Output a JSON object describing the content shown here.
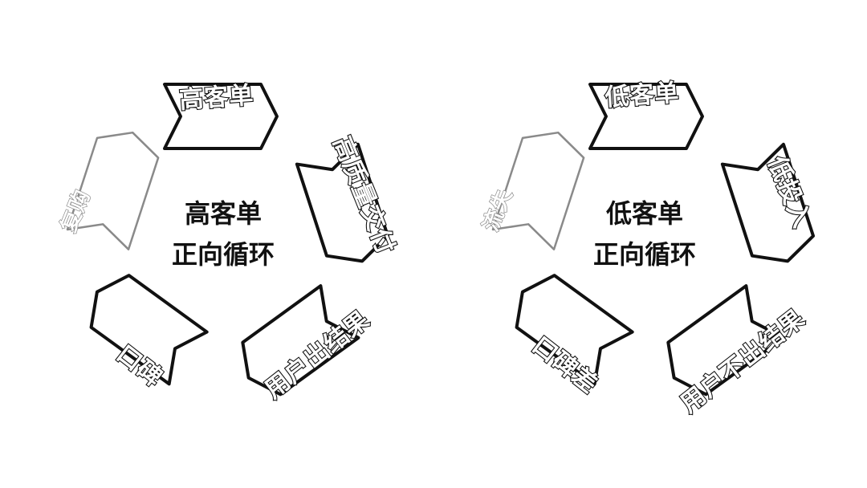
{
  "colors": {
    "ink": "#111111",
    "faint": "#8a8a8a",
    "background": "#ffffff"
  },
  "cycles": [
    {
      "id": "high",
      "center": {
        "line1": "高客单",
        "line2": "正向循环"
      },
      "segments": [
        "高客单",
        "高质量交付",
        "用户出结果",
        "口碑",
        "复购"
      ]
    },
    {
      "id": "low",
      "center": {
        "line1": "低客单",
        "line2": "正向循环"
      },
      "segments": [
        "低客单",
        "低投入",
        "用户不出结果",
        "口碑差",
        "流失"
      ]
    }
  ]
}
